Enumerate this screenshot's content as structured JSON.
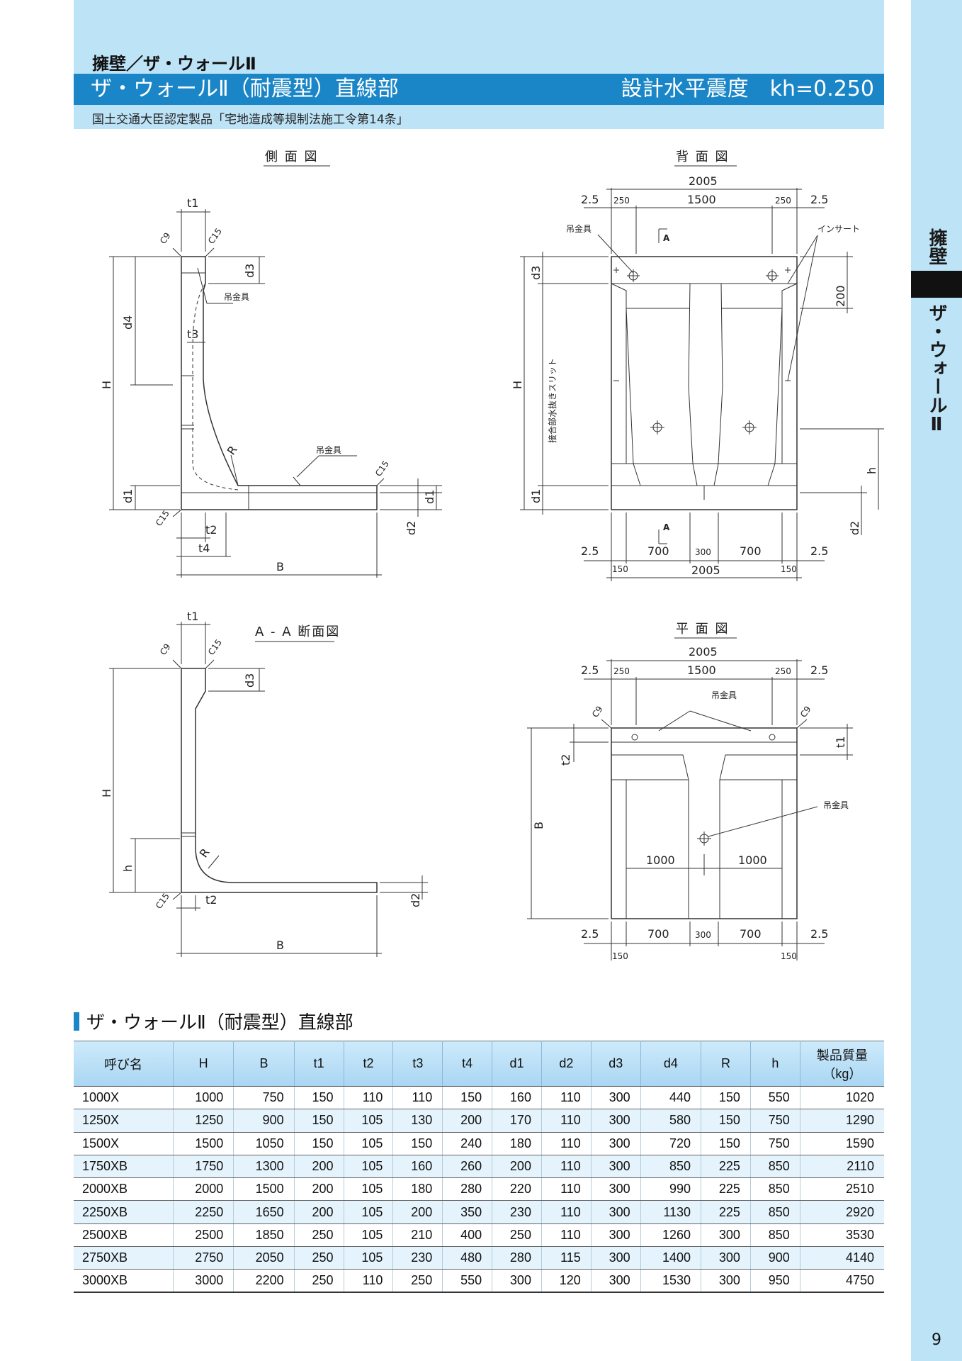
{
  "header": {
    "category": "擁壁／ザ・ウォールⅡ",
    "title": "ザ・ウォールⅡ（耐震型）直線部",
    "design": "設計水平震度　kh=0.250",
    "note": "国土交通大臣認定製品「宅地造成等規制法施工令第14条」"
  },
  "side_tab": {
    "top_label": "擁壁",
    "mid_label": "ザ・ウォールⅡ"
  },
  "drawings": {
    "side_view": {
      "title": "側 面 図",
      "labels": {
        "t1": "t1",
        "c9": "C9",
        "c15": "C15",
        "d3": "d3",
        "d4": "d4",
        "t3": "t3",
        "H": "H",
        "d1": "d1",
        "R": "R",
        "hook": "吊金具",
        "hook2": "吊金具",
        "c15b": "C15",
        "c15c": "C15",
        "t2": "t2",
        "t4": "t4",
        "B": "B",
        "d1r": "d1",
        "d2": "d2"
      }
    },
    "back_view": {
      "title": "背 面 図",
      "labels": {
        "w_total": "2005",
        "w25l": "2.5",
        "w250l": "250",
        "w1500": "1500",
        "w250r": "250",
        "w25r": "2.5",
        "hook": "吊金具",
        "A": "A",
        "insert": "インサート",
        "d3": "d3",
        "dim200": "200",
        "H": "H",
        "slit": "接合部水抜きスリット",
        "h": "h",
        "d1": "d1",
        "d2": "d2",
        "A2": "A",
        "b25l": "2.5",
        "b700l": "700",
        "b300": "300",
        "b700r": "700",
        "b25r": "2.5",
        "b150l": "150",
        "b2005": "2005",
        "b150r": "150"
      }
    },
    "section_view": {
      "title": "A - A 断面図",
      "labels": {
        "t1": "t1",
        "c9": "C9",
        "c15": "C15",
        "d3": "d3",
        "H": "H",
        "h": "h",
        "R": "R",
        "c15b": "C15",
        "t2": "t2",
        "B": "B",
        "d2": "d2"
      }
    },
    "plan_view": {
      "title": "平 面 図",
      "labels": {
        "w_total": "2005",
        "w25l": "2.5",
        "w250l": "250",
        "w1500": "1500",
        "w250r": "250",
        "w25r": "2.5",
        "hook": "吊金具",
        "c9l": "C9",
        "c9r": "C9",
        "t2": "t2",
        "t1": "t1",
        "hook2": "吊金具",
        "B": "B",
        "m1000l": "1000",
        "m1000r": "1000",
        "b25l": "2.5",
        "b700l": "700",
        "b300": "300",
        "b700r": "700",
        "b25r": "2.5",
        "b150l": "150",
        "b150r": "150"
      }
    }
  },
  "table": {
    "title": "ザ・ウォールⅡ（耐震型）直線部",
    "headers": [
      "呼び名",
      "H",
      "B",
      "t1",
      "t2",
      "t3",
      "t4",
      "d1",
      "d2",
      "d3",
      "d4",
      "R",
      "h",
      "製品質量"
    ],
    "header_unit": "（kg）",
    "rows": [
      [
        "1000X",
        "1000",
        "750",
        "150",
        "110",
        "110",
        "150",
        "160",
        "110",
        "300",
        "440",
        "150",
        "550",
        "1020"
      ],
      [
        "1250X",
        "1250",
        "900",
        "150",
        "105",
        "130",
        "200",
        "170",
        "110",
        "300",
        "580",
        "150",
        "750",
        "1290"
      ],
      [
        "1500X",
        "1500",
        "1050",
        "150",
        "105",
        "150",
        "240",
        "180",
        "110",
        "300",
        "720",
        "150",
        "750",
        "1590"
      ],
      [
        "1750XB",
        "1750",
        "1300",
        "200",
        "105",
        "160",
        "260",
        "200",
        "110",
        "300",
        "850",
        "225",
        "850",
        "2110"
      ],
      [
        "2000XB",
        "2000",
        "1500",
        "200",
        "105",
        "180",
        "280",
        "220",
        "110",
        "300",
        "990",
        "225",
        "850",
        "2510"
      ],
      [
        "2250XB",
        "2250",
        "1650",
        "200",
        "105",
        "200",
        "350",
        "230",
        "110",
        "300",
        "1130",
        "225",
        "850",
        "2920"
      ],
      [
        "2500XB",
        "2500",
        "1850",
        "250",
        "105",
        "210",
        "400",
        "250",
        "110",
        "300",
        "1260",
        "300",
        "850",
        "3530"
      ],
      [
        "2750XB",
        "2750",
        "2050",
        "250",
        "105",
        "230",
        "480",
        "280",
        "115",
        "300",
        "1400",
        "300",
        "900",
        "4140"
      ],
      [
        "3000XB",
        "3000",
        "2200",
        "250",
        "110",
        "250",
        "550",
        "300",
        "120",
        "300",
        "1530",
        "300",
        "950",
        "4750"
      ]
    ]
  },
  "page_number": "9"
}
